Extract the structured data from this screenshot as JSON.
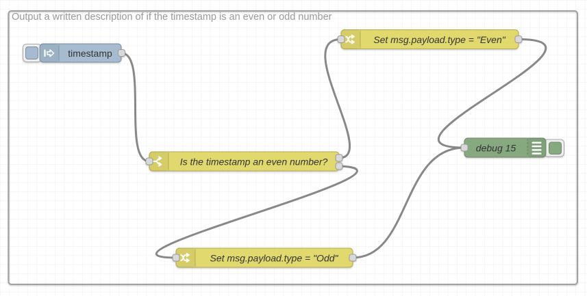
{
  "group": {
    "label": "Output a written description of if the timestamp is an even or odd number"
  },
  "nodes": {
    "inject": {
      "type": "inject",
      "label": "timestamp"
    },
    "switch": {
      "type": "switch",
      "label": "Is the timestamp an even number?",
      "outputs": 2
    },
    "change_even": {
      "type": "change",
      "label": "Set msg.payload.type = \"Even\""
    },
    "change_odd": {
      "type": "change",
      "label": "Set msg.payload.type = \"Odd\""
    },
    "debug": {
      "type": "debug",
      "label": "debug 15"
    }
  },
  "wires": [
    {
      "from": "timestamp",
      "to": "Is the timestamp an even number?"
    },
    {
      "from": "Is the timestamp an even number? output 1",
      "to": "Set msg.payload.type = \"Even\""
    },
    {
      "from": "Is the timestamp an even number? output 2",
      "to": "Set msg.payload.type = \"Odd\""
    },
    {
      "from": "Set msg.payload.type = \"Even\"",
      "to": "debug 15"
    },
    {
      "from": "Set msg.payload.type = \"Odd\"",
      "to": "debug 15"
    }
  ],
  "colors": {
    "inject_node": "#a6bbcf",
    "inject_border": "#7a8fa3",
    "rule_node": "#e2d96e",
    "rule_border": "#b3ab55",
    "debug_node": "#87a980",
    "debug_border": "#6f8a68",
    "wire": "#888888",
    "port_fill": "#d9d9d9",
    "port_stroke": "#999999",
    "group_border": "#a0a0a0",
    "grid_line": "#eeeeee",
    "node_label": "#333333",
    "group_label": "#999999"
  }
}
